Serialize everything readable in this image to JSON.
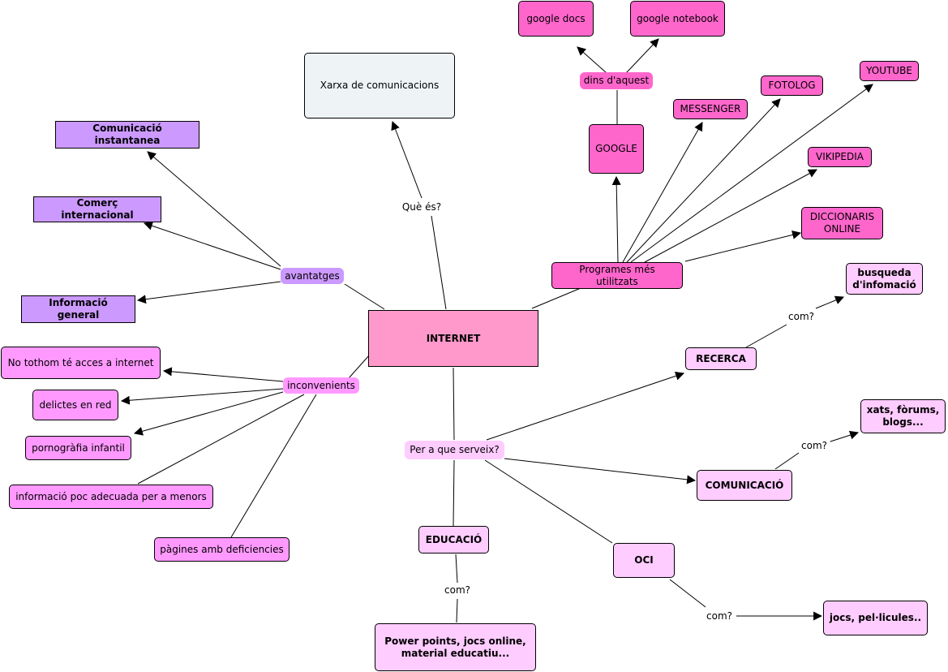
{
  "colors": {
    "root": "#ff99cc",
    "info": "#eef3f5",
    "purple": "#cc99ff",
    "hot_pink": "#ff66cc",
    "pink": "#ff99ff",
    "light_pink": "#ffccff"
  },
  "root": "INTERNET",
  "definition": {
    "link": "Què és?",
    "node": "Xarxa de comunicacions"
  },
  "advantages": {
    "link": "avantatges",
    "items": [
      "Comunicació instantanea",
      "Comerç internacional",
      "Informació general"
    ]
  },
  "drawbacks": {
    "link": "inconvenients",
    "items": [
      "No tothom té acces a internet",
      "delictes en red",
      "pornogràfia infantil",
      "informació poc adecuada per a menors",
      "pàgines amb deficiencies"
    ]
  },
  "programs": {
    "link": "Programes més utilitzats",
    "google": "GOOGLE",
    "within_link": "dins d'aquest",
    "google_items": [
      "google docs",
      "google notebook"
    ],
    "items": [
      "MESSENGER",
      "FOTOLOG",
      "YOUTUBE",
      "VIKIPEDIA",
      "DICCIONARIS ONLINE"
    ]
  },
  "uses": {
    "link": "Per a que serveix?",
    "how": "com?",
    "recerca": {
      "node": "RECERCA",
      "detail": "busqueda d'infomació"
    },
    "comunicacio": {
      "node": "COMUNICACIÓ",
      "detail": "xats, fòrums, blogs..."
    },
    "educacio": {
      "node": "EDUCACIÓ",
      "detail": "Power points, jocs online, material educatiu..."
    },
    "oci": {
      "node": "OCI",
      "detail": "jocs, pel·licules.."
    }
  }
}
